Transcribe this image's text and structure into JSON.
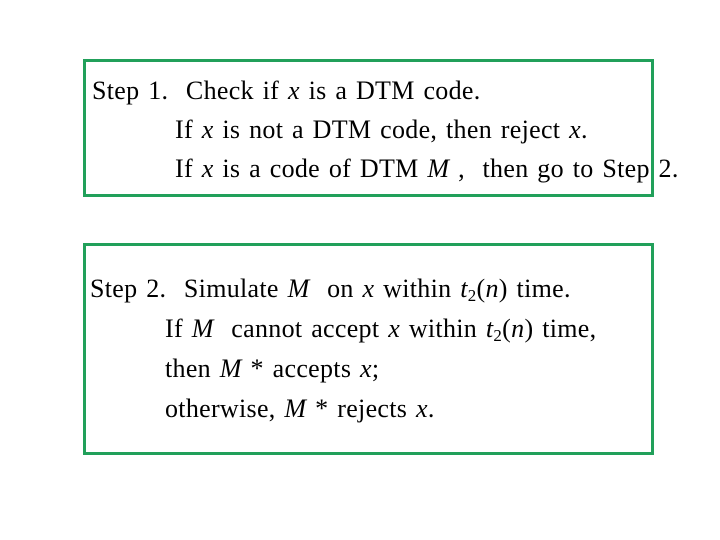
{
  "slide": {
    "background_color": "#ffffff",
    "box_border_color": "#21a05a",
    "text_color": "#000000"
  },
  "boxes": [
    {
      "id": "step1",
      "lines": [
        [
          {
            "t": "Step 1.  Check if "
          },
          {
            "t": "x",
            "i": true
          },
          {
            "t": " is a DTM code."
          }
        ],
        [
          {
            "t": "If "
          },
          {
            "t": "x",
            "i": true
          },
          {
            "t": " is not a DTM code, then reject "
          },
          {
            "t": "x",
            "i": true
          },
          {
            "t": "."
          }
        ],
        [
          {
            "t": "If "
          },
          {
            "t": "x",
            "i": true
          },
          {
            "t": " is a code of DTM "
          },
          {
            "t": "M",
            "i": true
          },
          {
            "t": " ,  then go to Step 2."
          }
        ]
      ]
    },
    {
      "id": "step2",
      "lines": [
        [
          {
            "t": "Step 2.  Simulate "
          },
          {
            "t": "M",
            "i": true
          },
          {
            "t": "  on "
          },
          {
            "t": "x",
            "i": true
          },
          {
            "t": " within "
          },
          {
            "t": "t",
            "i": true
          },
          {
            "t": "2",
            "sub": true
          },
          {
            "t": "("
          },
          {
            "t": "n",
            "i": true
          },
          {
            "t": ") time."
          }
        ],
        [
          {
            "t": "If "
          },
          {
            "t": "M",
            "i": true
          },
          {
            "t": "  cannot accept "
          },
          {
            "t": "x",
            "i": true
          },
          {
            "t": " within "
          },
          {
            "t": "t",
            "i": true
          },
          {
            "t": "2",
            "sub": true
          },
          {
            "t": "("
          },
          {
            "t": "n",
            "i": true
          },
          {
            "t": ") time,"
          }
        ],
        [
          {
            "t": "then "
          },
          {
            "t": "M",
            "i": true
          },
          {
            "t": " * accepts "
          },
          {
            "t": "x",
            "i": true
          },
          {
            "t": ";"
          }
        ],
        [
          {
            "t": "otherwise, "
          },
          {
            "t": "M",
            "i": true
          },
          {
            "t": " * rejects "
          },
          {
            "t": "x",
            "i": true
          },
          {
            "t": "."
          }
        ]
      ]
    }
  ]
}
